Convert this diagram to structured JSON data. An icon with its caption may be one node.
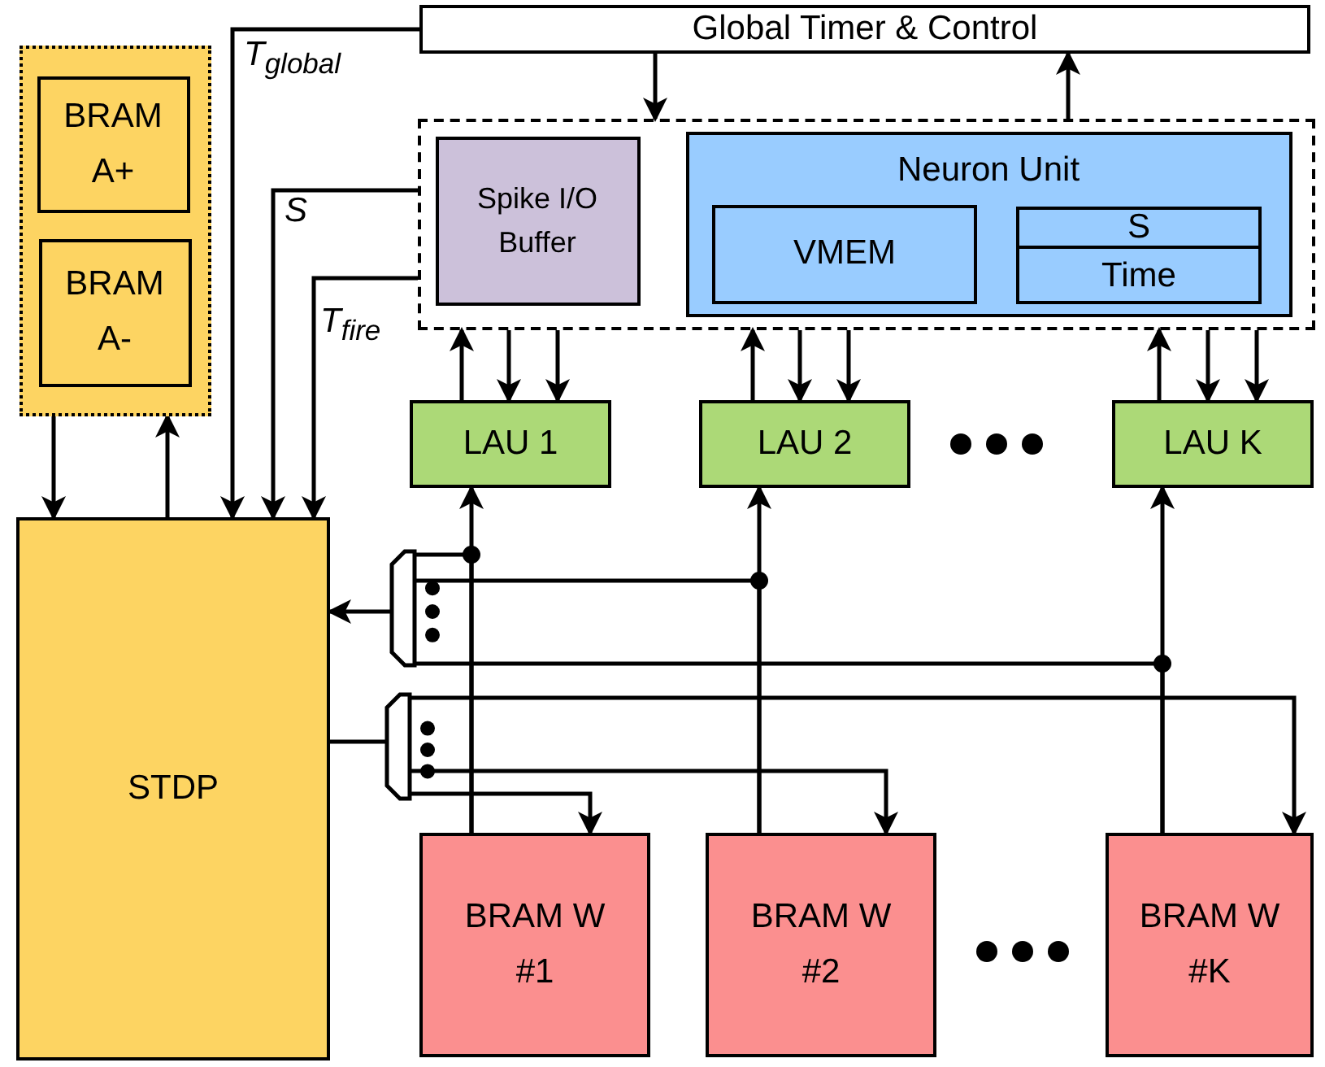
{
  "diagram": {
    "nodes": [
      {
        "text": [
          "Global Timer & Control"
        ]
      },
      {
        "text": [],
        "shape": "box"
      },
      {
        "text": [
          "BRAM A+"
        ],
        "in": 1
      },
      {
        "text": [
          "BRAM A-"
        ],
        "in": 1
      },
      {
        "text": [],
        "shape": "box"
      },
      {
        "text": [
          "Spike I/O Buffer"
        ],
        "in": 4
      },
      {
        "text": [
          "Neuron Unit"
        ],
        "in": 4
      },
      {
        "text": [
          "VMEM"
        ],
        "in": 6
      },
      {
        "text": [
          "S",
          "Time"
        ],
        "in": 6
      },
      {
        "text": [
          "LAU 1"
        ]
      },
      {
        "text": [
          "LAU 2"
        ]
      },
      {
        "text": [
          "LAU K"
        ]
      },
      {
        "text": [
          "STDP"
        ]
      },
      {
        "text": [],
        "shape": "trapezoid"
      },
      {
        "text": [],
        "shape": "trapezoid"
      },
      {
        "text": [
          "BRAM W #1"
        ]
      },
      {
        "text": [
          "BRAM W #2"
        ]
      },
      {
        "text": [
          "BRAM W #K"
        ]
      }
    ],
    "edges": [
      {
        "from": 0,
        "to": 4,
        "arrow": "to"
      },
      {
        "from": 4,
        "to": 0,
        "arrow": "to"
      },
      {
        "from": 0,
        "to": 12,
        "arrow": "to",
        "label": "T$_{global}$"
      },
      {
        "from": 4,
        "to": 12,
        "arrow": "to",
        "label": "S"
      },
      {
        "from": 4,
        "to": 12,
        "arrow": "to",
        "label": "T$_{fire}$"
      },
      {
        "from": 1,
        "to": 12,
        "arrow": "to"
      },
      {
        "from": 12,
        "to": 1,
        "arrow": "to"
      },
      {
        "from": 9,
        "to": 4,
        "arrow": "to"
      },
      {
        "from": 4,
        "to": 9,
        "arrow": "to"
      },
      {
        "from": 4,
        "to": 9,
        "arrow": "to"
      },
      {
        "from": 10,
        "to": 4,
        "arrow": "to"
      },
      {
        "from": 4,
        "to": 10,
        "arrow": "to"
      },
      {
        "from": 4,
        "to": 10,
        "arrow": "to"
      },
      {
        "from": 11,
        "to": 4,
        "arrow": "to"
      },
      {
        "from": 4,
        "to": 11,
        "arrow": "to"
      },
      {
        "from": 4,
        "to": 11,
        "arrow": "to"
      },
      {
        "from": 15,
        "to": 9,
        "arrow": "to"
      },
      {
        "from": 16,
        "to": 10,
        "arrow": "to"
      },
      {
        "from": 17,
        "to": 11,
        "arrow": "to"
      },
      {
        "from": 15,
        "to": 13,
        "arrow": "none"
      },
      {
        "from": 16,
        "to": 13,
        "arrow": "none"
      },
      {
        "from": 17,
        "to": 13,
        "arrow": "none"
      },
      {
        "from": 13,
        "to": 12,
        "arrow": "to"
      },
      {
        "from": 12,
        "to": 14,
        "arrow": "none"
      },
      {
        "from": 14,
        "to": 15,
        "arrow": "to"
      },
      {
        "from": 14,
        "to": 16,
        "arrow": "to"
      },
      {
        "from": 14,
        "to": 17,
        "arrow": "to"
      }
    ]
  }
}
